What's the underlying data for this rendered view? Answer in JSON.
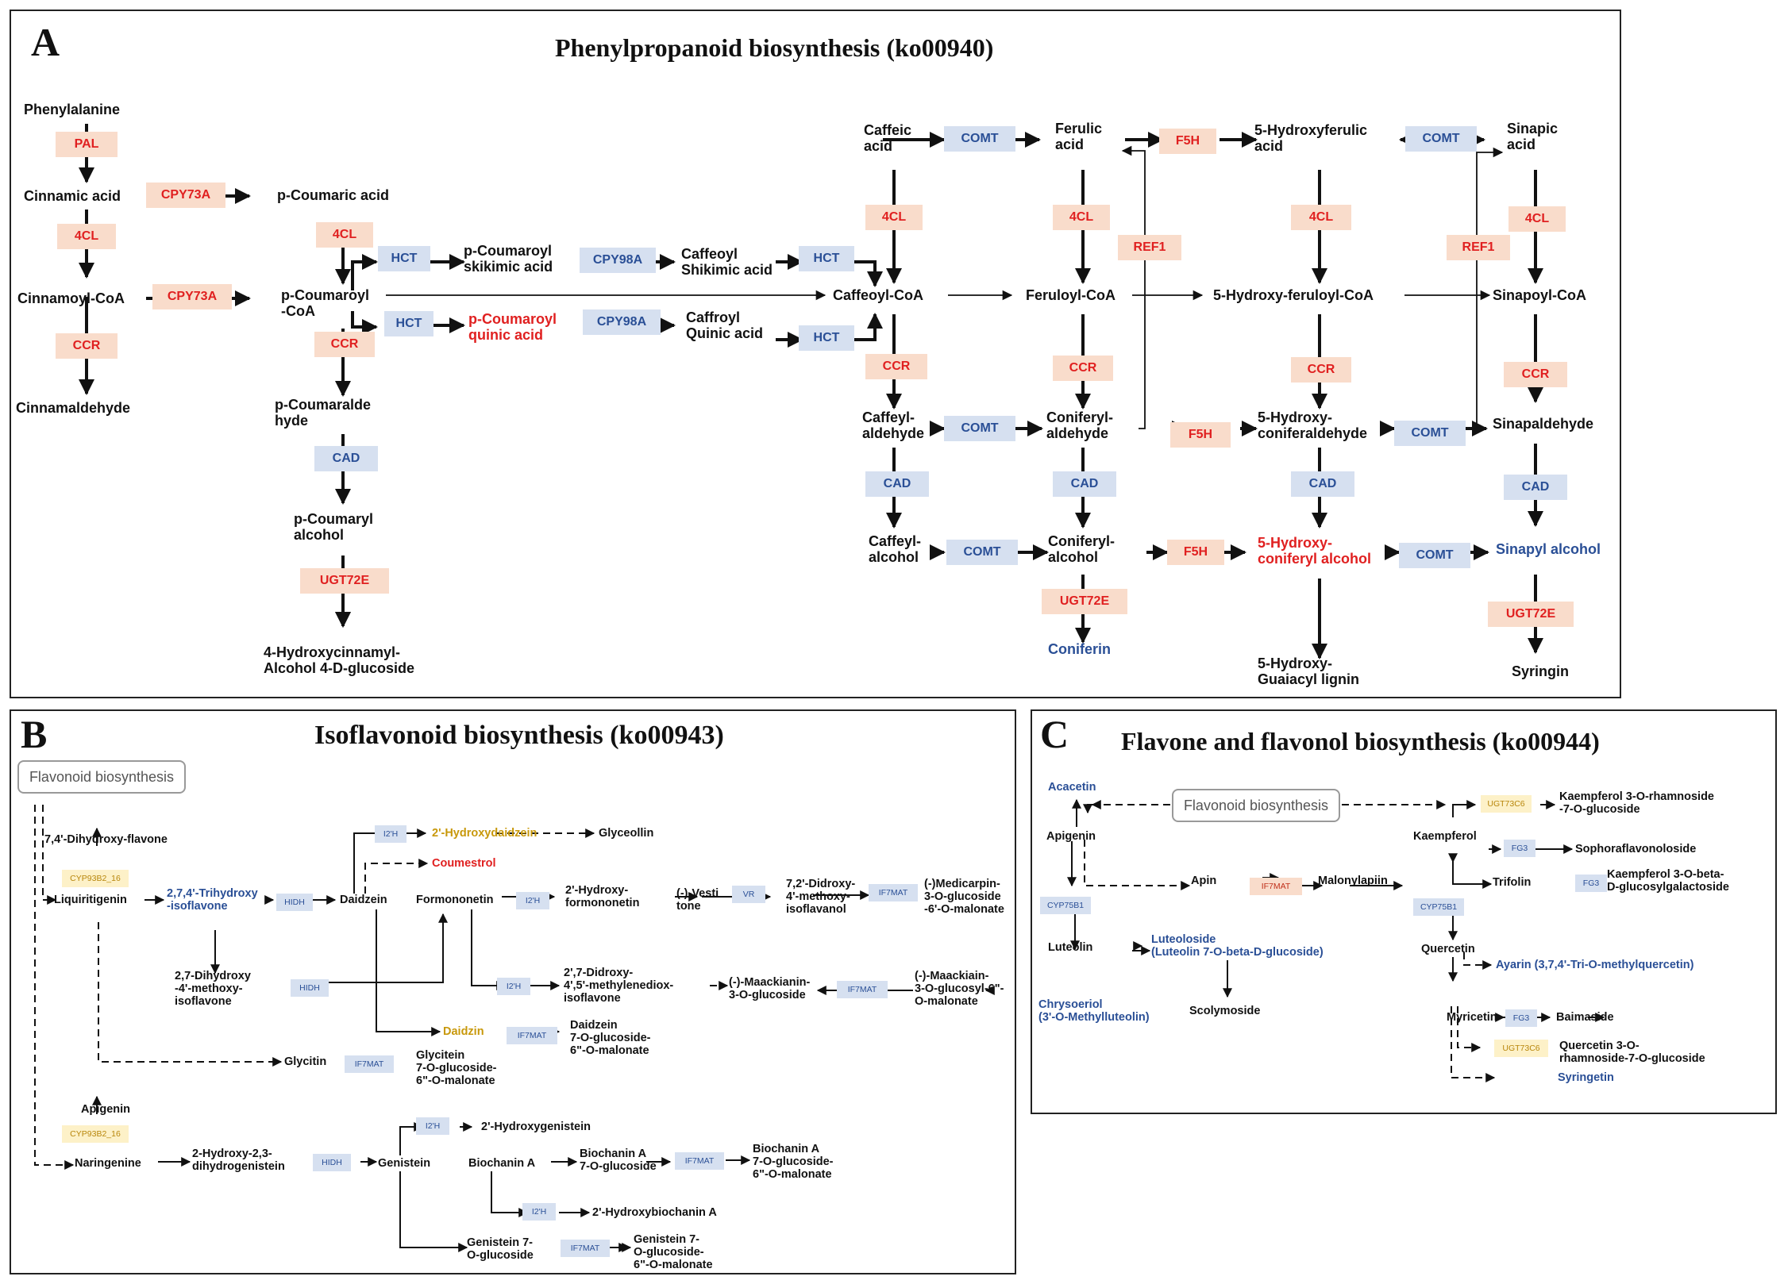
{
  "panel_a": {
    "label": "A",
    "title": "Phenylpropanoid biosynthesis (ko00940)",
    "metabolites": {
      "phenylalanine": "Phenylalanine",
      "cinnamic_acid": "Cinnamic acid",
      "cinnamoyl_coa": "Cinnamoyl-CoA",
      "cinnamaldehyde": "Cinnamaldehyde",
      "p_coumaric_acid": "p-Coumaric acid",
      "p_coumaroyl_coa": "p-Coumaroyl\n-CoA",
      "p_coumaraldehyde": "p-Coumaralde\nhyde",
      "p_coumaryl_alcohol": "p-Coumaryl\nalcohol",
      "hydroxycinnamyl_glucoside": "4-Hydroxycinnamyl-\nAlcohol 4-D-glucoside",
      "p_coumaroyl_shikimic": "p-Coumaroyl\nskikimic acid",
      "p_coumaroyl_quinic": "p-Coumaroyl\nquinic acid",
      "caffeoyl_shikimic": "Caffeoyl\nShikimic acid",
      "caffroyl_quinic": "Caffroyl\nQuinic acid",
      "caffeic_acid": "Caffeic\nacid",
      "caffeoyl_coa": "Caffeoyl-CoA",
      "caffeyl_aldehyde": "Caffeyl-\naldehyde",
      "caffeyl_alcohol": "Caffeyl-\nalcohol",
      "ferulic_acid": "Ferulic\nacid",
      "feruloyl_coa": "Feruloyl-CoA",
      "coniferyl_aldehyde": "Coniferyl-\naldehyde",
      "coniferyl_alcohol": "Coniferyl-\nalcohol",
      "coniferin": "Coniferin",
      "hydroxyferulic_acid": "5-Hydroxyferulic\nacid",
      "hydroxy_feruloyl_coa": "5-Hydroxy-feruloyl-CoA",
      "hydroxy_coniferaldehyde": "5-Hydroxy-\nconiferaldehyde",
      "hydroxy_coniferyl_alcohol": "5-Hydroxy-\nconiferyl alcohol",
      "hydroxy_guaiacyl_lignin": "5-Hydroxy-\nGuaiacyl lignin",
      "sinapic_acid": "Sinapic\nacid",
      "sinapoyl_coa": "Sinapoyl-CoA",
      "sinapaldehyde": "Sinapaldehyde",
      "sinapyl_alcohol": "Sinapyl alcohol",
      "syringin": "Syringin"
    },
    "enzymes": {
      "pal": "PAL",
      "cpy73a": "CPY73A",
      "fourcl": "4CL",
      "ccr": "CCR",
      "cad": "CAD",
      "ugt72e": "UGT72E",
      "hct": "HCT",
      "cpy98a": "CPY98A",
      "comt": "COMT",
      "f5h": "F5H",
      "ref1": "REF1"
    }
  },
  "panel_b": {
    "label": "B",
    "title": "Isoflavonoid biosynthesis (ko00943)",
    "ref_box": "Flavonoid biosynthesis",
    "metabolites": {
      "dihydroxy_flavone": "7,4'-Dihydroxy-flavone",
      "liquiritigenin": "Liquiritigenin",
      "trihydroxy_isoflavone": "2,7,4'-Trihydroxy\n-isoflavone",
      "daidzein": "Daidzein",
      "formononetin": "Formononetin",
      "hydroxydaidzein": "2'-Hydroxydaidzein",
      "glyceollin": "Glyceollin",
      "coumestrol": "Coumestrol",
      "hydroxy_formononetin": "2'-Hydroxy-\nformononetin",
      "vestitone": "(-)-Vesti\ntone",
      "didroxy_methoxy_isoflavanol": "7,2'-Didroxy-\n4'-methoxy-\nisoflavanol",
      "medicarpin_malonate": "(-)Medicarpin-\n3-O-glucoside\n-6'-O-malonate",
      "dihydroxy_methoxy_isoflavone": "2,7-Dihydroxy\n-4'-methoxy-\nisoflavone",
      "didroxy_methylenedioxy": "2',7-Didroxy-\n4',5'-methylenediox-\nisoflavone",
      "maackianin_glucoside": "(-)-Maackianin-\n3-O-glucoside",
      "maackiain_malonate": "(-)-Maackiain-\n3-O-glucosyl-6\"-\nO-malonate",
      "daidzin": "Daidzin",
      "daidzein_malonate": "Daidzein\n7-O-glucoside-\n6\"-O-malonate",
      "glycitin": "Glycitin",
      "glycitein_malonate": "Glycitein\n7-O-glucoside-\n6\"-O-malonate",
      "apigenin": "Apigenin",
      "naringenine": "Naringenine",
      "hydroxy_dihydrogenistein": "2-Hydroxy-2,3-\ndihydrogenistein",
      "genistein": "Genistein",
      "hydroxygenistein": "2'-Hydroxygenistein",
      "biochanin_a": "Biochanin A",
      "biochanin_a_glucoside": "Biochanin A\n7-O-glucoside",
      "biochanin_a_malonate": "Biochanin A\n7-O-glucoside-\n6\"-O-malonate",
      "hydroxybiochanin_a": "2'-Hydroxybiochanin A",
      "genistein_glucoside": "Genistein 7-\nO-glucoside",
      "genistein_malonate": "Genistein 7-\nO-glucoside-\n6\"-O-malonate"
    },
    "enzymes": {
      "cyp93b2": "CYP93B2_16",
      "hidh": "HIDH",
      "i2h": "I2'H",
      "if7mat": "IF7MAT",
      "vr": "VR"
    }
  },
  "panel_c": {
    "label": "C",
    "title": "Flavone and flavonol biosynthesis  (ko00944)",
    "ref_box": "Flavonoid biosynthesis",
    "metabolites": {
      "acacetin": "Acacetin",
      "apigenin": "Apigenin",
      "apin": "Apin",
      "malonylapiin": "Malonylapiin",
      "luteolin": "Luteolin",
      "luteoloside": "Luteoloside\n(Luteolin 7-O-beta-D-glucoside)",
      "scolymoside": "Scolymoside",
      "chrysoeriol": "Chrysoeriol\n(3'-O-Methylluteolin)",
      "kaempferol": "Kaempferol",
      "kaempferol_rhamnoside": "Kaempferol 3-O-rhamnoside\n-7-O-glucoside",
      "sophoraflavonoloside": "Sophoraflavonoloside",
      "trifolin": "Trifolin",
      "kaempferol_glucosylgalactoside": "Kaempferol 3-O-beta-\nD-glucosylgalactoside",
      "quercetin": "Quercetin",
      "ayarin": "Ayarin (3,7,4'-Tri-O-methylquercetin)",
      "myricetin": "Myricetin",
      "baimaside": "Baimaside",
      "quercetin_rhamnoside": "Quercetin 3-O-\nrhamnoside-7-O-glucoside",
      "syringetin": "Syringetin"
    },
    "enzymes": {
      "cyp75b1": "CYP75B1",
      "if7mat": "IF7MAT",
      "ugt73c6": "UGT73C6",
      "fg3": "FG3"
    }
  }
}
